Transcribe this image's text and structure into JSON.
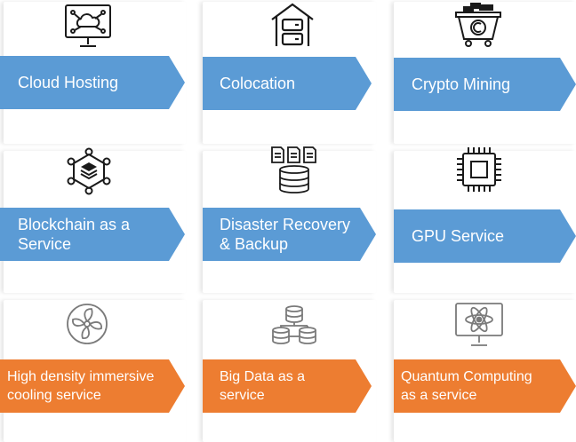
{
  "colors": {
    "blue": "#5b9bd5",
    "orange": "#ed7d31",
    "icon_dark": "#1a1a1a",
    "icon_gray": "#7a7a7a"
  },
  "services": [
    {
      "label": "Cloud Hosting",
      "icon": "cloud-monitor-icon",
      "color": "blue"
    },
    {
      "label": "Colocation",
      "icon": "server-house-icon",
      "color": "blue"
    },
    {
      "label": "Crypto Mining",
      "icon": "mining-cart-icon",
      "color": "blue"
    },
    {
      "label": "Blockchain as a\nService",
      "icon": "blockchain-network-icon",
      "color": "blue"
    },
    {
      "label": "Disaster Recovery\n& Backup",
      "icon": "backup-database-icon",
      "color": "blue"
    },
    {
      "label": "GPU Service",
      "icon": "gpu-chip-icon",
      "color": "blue"
    },
    {
      "label": "High density immersive\ncooling service",
      "icon": "fan-icon",
      "color": "orange"
    },
    {
      "label": "Big Data as a\nservice",
      "icon": "big-data-icon",
      "color": "orange"
    },
    {
      "label": "Quantum Computing\nas a service",
      "icon": "quantum-monitor-icon",
      "color": "orange"
    }
  ]
}
